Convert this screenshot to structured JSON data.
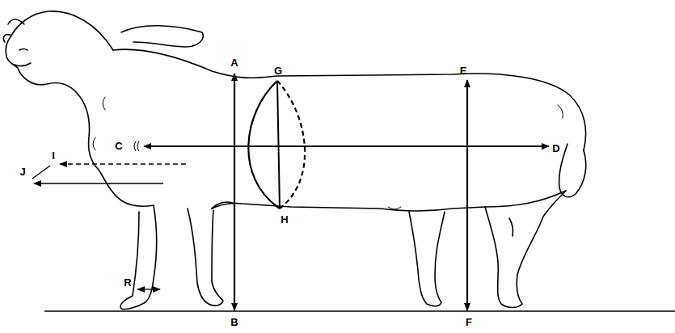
{
  "diagram": {
    "labels": [
      "A",
      "G",
      "E",
      "C",
      "D",
      "I",
      "J",
      "H",
      "R",
      "B",
      "F"
    ]
  }
}
